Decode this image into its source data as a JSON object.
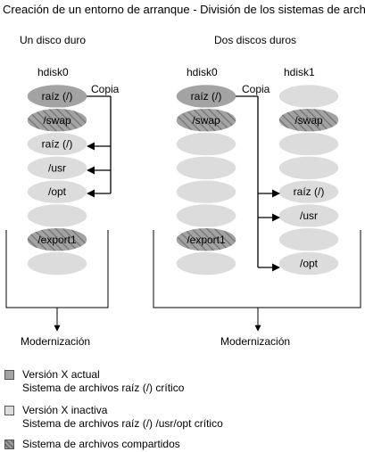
{
  "title": "Creación de un entorno de arranque - División de los sistemas de archivos",
  "colors": {
    "current": "#a3a3a3",
    "inactive": "#dcdcdc",
    "shared_fill": "#a3a3a3",
    "shared_hatch": "#707070",
    "stroke": "#ffffff",
    "line": "#000000"
  },
  "panels": [
    {
      "heading": "Un disco duro",
      "disks": [
        {
          "label": "hdisk0",
          "slices": [
            {
              "label": "raíz (/)",
              "type": "current"
            },
            {
              "label": "/swap",
              "type": "shared"
            },
            {
              "label": "raíz (/)",
              "type": "inactive"
            },
            {
              "label": "/usr",
              "type": "inactive"
            },
            {
              "label": "/opt",
              "type": "inactive"
            },
            {
              "label": "",
              "type": "inactive"
            },
            {
              "label": "/export1",
              "type": "shared"
            },
            {
              "label": "",
              "type": "inactive"
            }
          ]
        }
      ],
      "copy_label": "Copia",
      "upgrade_label": "Modernización"
    },
    {
      "heading": "Dos discos duros",
      "disks": [
        {
          "label": "hdisk0",
          "slices": [
            {
              "label": "raíz (/)",
              "type": "current"
            },
            {
              "label": "/swap",
              "type": "shared"
            },
            {
              "label": "",
              "type": "inactive"
            },
            {
              "label": "",
              "type": "inactive"
            },
            {
              "label": "",
              "type": "inactive"
            },
            {
              "label": "",
              "type": "inactive"
            },
            {
              "label": "/export1",
              "type": "shared"
            },
            {
              "label": "",
              "type": "inactive"
            }
          ]
        },
        {
          "label": "hdisk1",
          "slices": [
            {
              "label": "",
              "type": "inactive"
            },
            {
              "label": "/swap",
              "type": "shared"
            },
            {
              "label": "",
              "type": "inactive"
            },
            {
              "label": "",
              "type": "inactive"
            },
            {
              "label": "raíz (/)",
              "type": "inactive"
            },
            {
              "label": "/usr",
              "type": "inactive"
            },
            {
              "label": "",
              "type": "inactive"
            },
            {
              "label": "/opt",
              "type": "inactive"
            }
          ]
        }
      ],
      "copy_label": "Copia",
      "upgrade_label": "Modernización"
    }
  ],
  "legend": [
    {
      "type": "current",
      "line1": "Versión X actual",
      "line2": "Sistema de archivos raíz (/) crítico"
    },
    {
      "type": "inactive",
      "line1": "Versión X inactiva",
      "line2": "Sistema de archivos raíz (/) /usr/opt crítico"
    },
    {
      "type": "shared",
      "line1": "Sistema de archivos compartidos",
      "line2": ""
    }
  ]
}
